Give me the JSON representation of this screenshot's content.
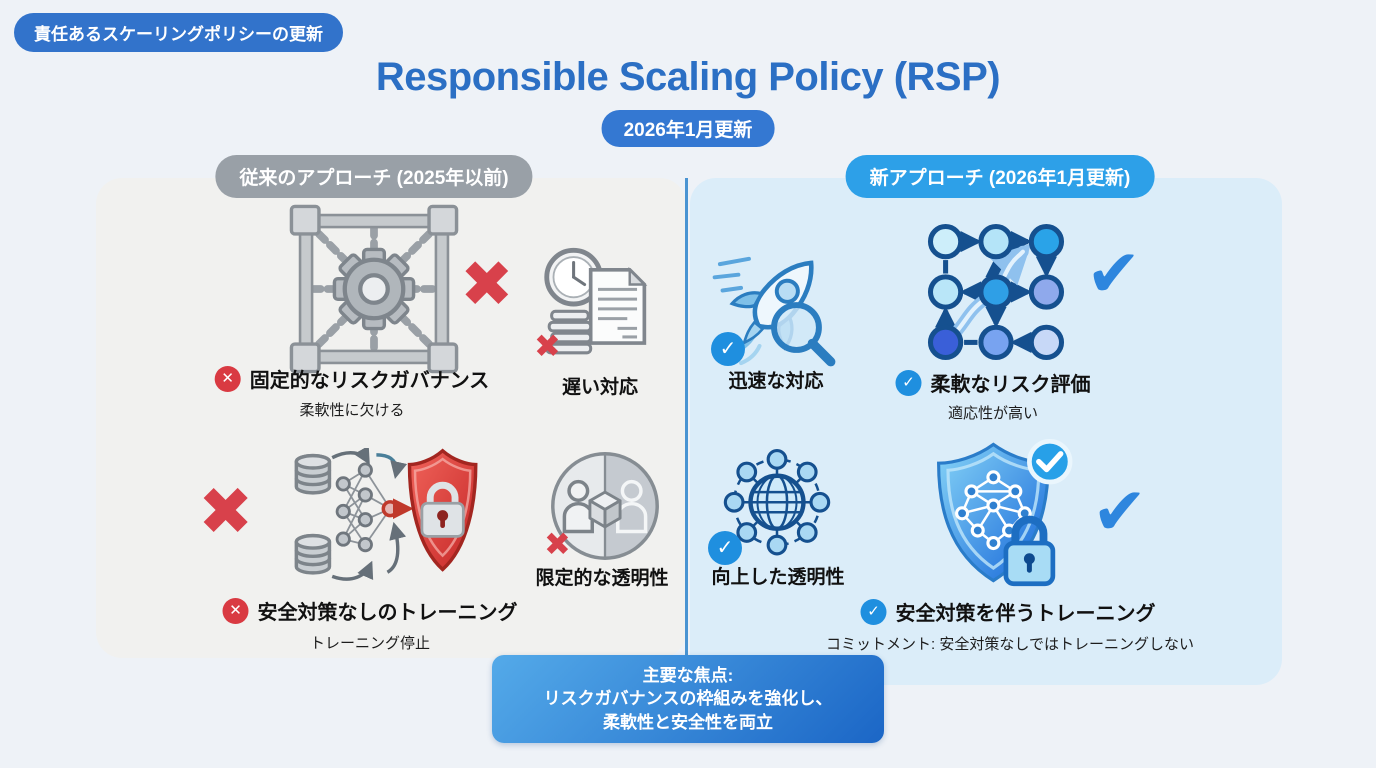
{
  "header": {
    "corner_badge": "責任あるスケーリングポリシーの更新",
    "title": "Responsible Scaling Policy (RSP)",
    "date_badge": "2026年1月更新"
  },
  "icons": {
    "check": "✔",
    "cross": "✖",
    "check_small": "✓",
    "cross_small": "✕"
  },
  "left_panel": {
    "header": "従来のアプローチ (2025年以前)",
    "items": [
      {
        "name": "fixed-risk-governance",
        "label": "固定的なリスクガバナンス",
        "sublabel": "柔軟性に欠ける"
      },
      {
        "name": "slow-response",
        "label": "遅い対応"
      },
      {
        "name": "training-without-safeguards",
        "label": "安全対策なしのトレーニング",
        "sublabel": "トレーニング停止"
      },
      {
        "name": "limited-transparency",
        "label": "限定的な透明性"
      }
    ]
  },
  "right_panel": {
    "header": "新アプローチ (2026年1月更新)",
    "items": [
      {
        "name": "rapid-response",
        "label": "迅速な対応"
      },
      {
        "name": "flexible-risk-evaluation",
        "label": "柔軟なリスク評価",
        "sublabel": "適応性が高い"
      },
      {
        "name": "improved-transparency",
        "label": "向上した透明性"
      },
      {
        "name": "training-with-safeguards",
        "label": "安全対策を伴うトレーニング",
        "sublabel": "コミットメント: 安全対策なしではトレーニングしない"
      }
    ]
  },
  "footer": {
    "line1": "主要な焦点:",
    "line2": "リスクガバナンスの枠組みを強化し、",
    "line3": "柔軟性と安全性を両立"
  },
  "colors": {
    "title_blue": "#2b6fc4",
    "sky_blue_pill": "#2da0e8",
    "gray_pill": "#99a0a7",
    "alert_red": "#d8414b",
    "check_blue": "#1f8fdf",
    "left_panel_bg": "#f1f1ef",
    "right_panel_bg": "#dbedf9"
  }
}
